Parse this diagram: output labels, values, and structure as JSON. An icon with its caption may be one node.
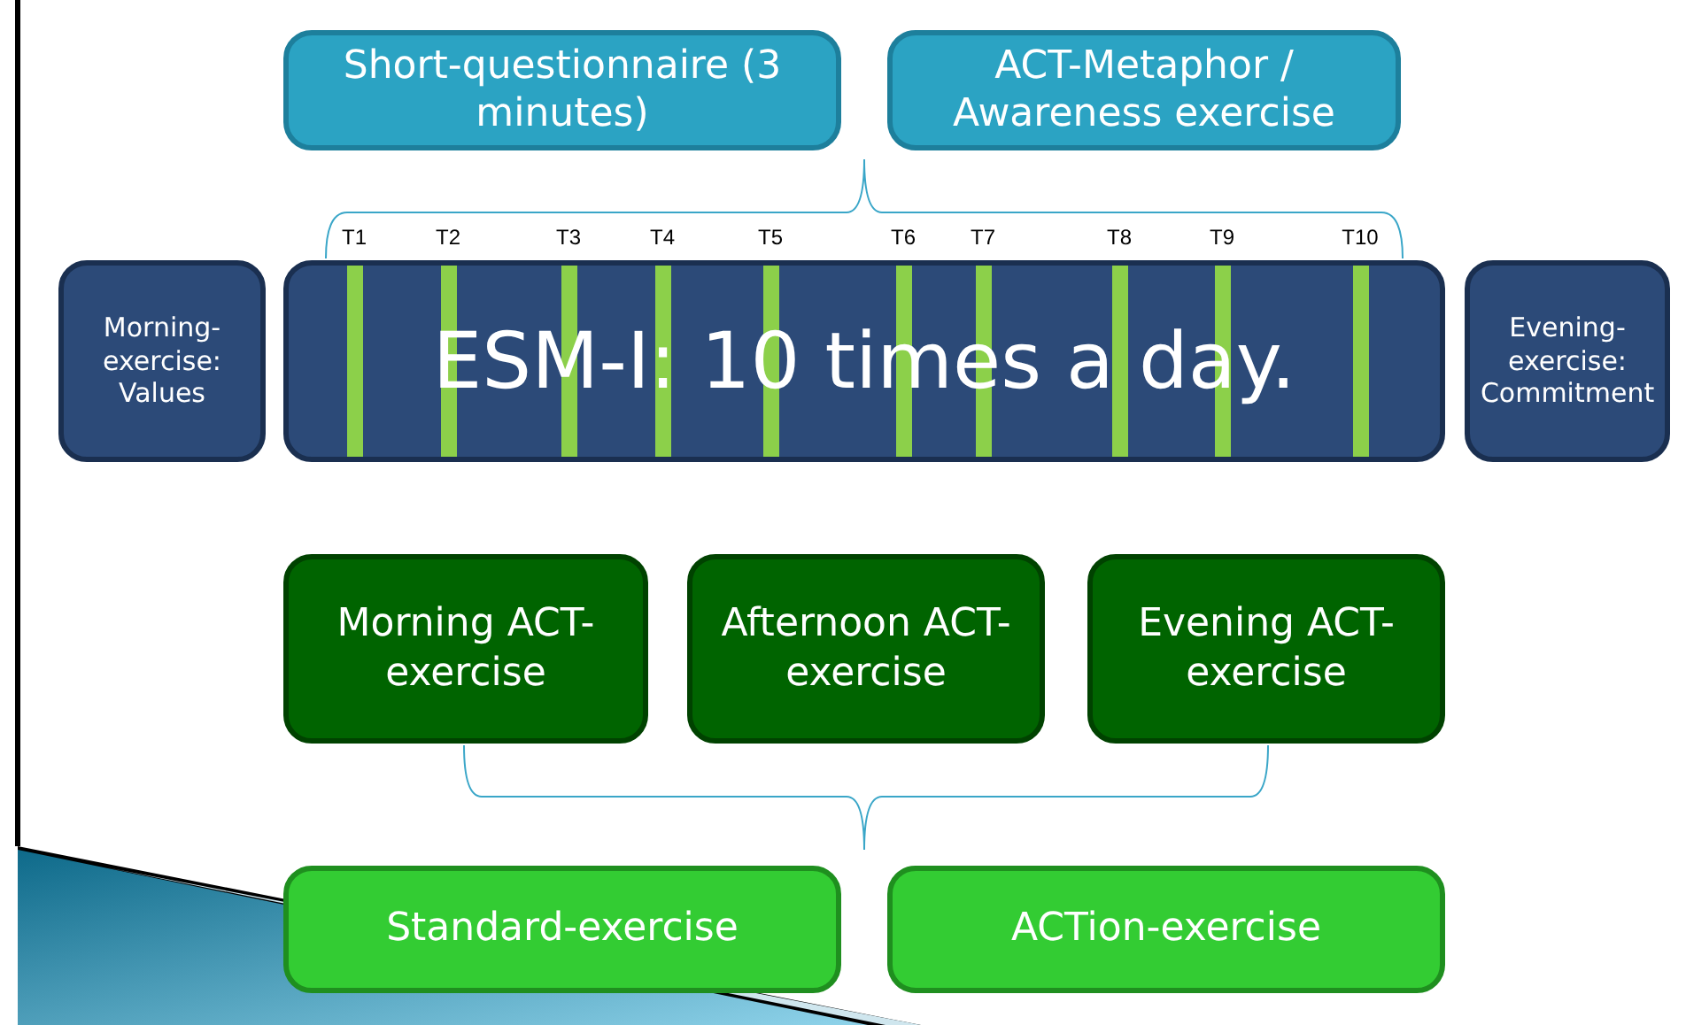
{
  "diagram": {
    "nodes": [
      {
        "text": [
          "Short-questionnaire (3 minutes)"
        ]
      },
      {
        "text": [
          "ACT-Metaphor / Awareness exercise"
        ]
      },
      {
        "text": [
          "Morning-exercise: Values"
        ]
      },
      {
        "text": [
          "ESM-I: 10 times a day."
        ]
      },
      {
        "text": [
          "Evening-exercise: Commitment"
        ]
      },
      {
        "text": [
          "Morning ACT-exercise"
        ]
      },
      {
        "text": [
          "Afternoon ACT-exercise"
        ]
      },
      {
        "text": [
          "Evening ACT-exercise"
        ]
      },
      {
        "text": [
          "Standard-exercise"
        ]
      },
      {
        "text": [
          "ACTion-exercise"
        ]
      }
    ],
    "labels": [
      "T1",
      "T2",
      "T3",
      "T4",
      "T5",
      "T6",
      "T7",
      "T8",
      "T9",
      "T10"
    ]
  }
}
